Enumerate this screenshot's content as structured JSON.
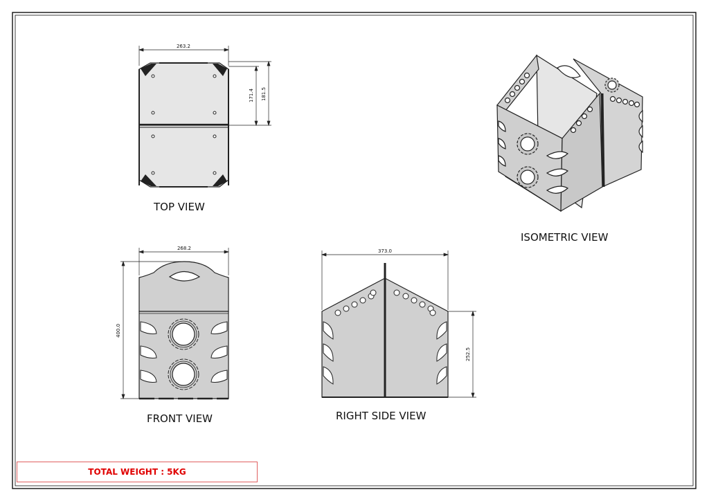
{
  "views": {
    "top": "TOP VIEW",
    "front": "FRONT VIEW",
    "right_side": "RIGHT SIDE VIEW",
    "isometric": "ISOMETRIC VIEW"
  },
  "dimensions": {
    "top_width": "263.2",
    "top_inner": "171.4",
    "top_outer": "181.5",
    "front_width": "268.2",
    "front_height": "400.0",
    "side_width": "373.0",
    "side_height": "252.5"
  },
  "title_block": {
    "weight": "TOTAL WEIGHT : 5KG"
  },
  "colors": {
    "panel_fill": "#d0d0d0",
    "panel_light": "#e6e6e6",
    "outline": "#222222",
    "weight_text": "#e00000",
    "weight_border": "#e06060"
  }
}
